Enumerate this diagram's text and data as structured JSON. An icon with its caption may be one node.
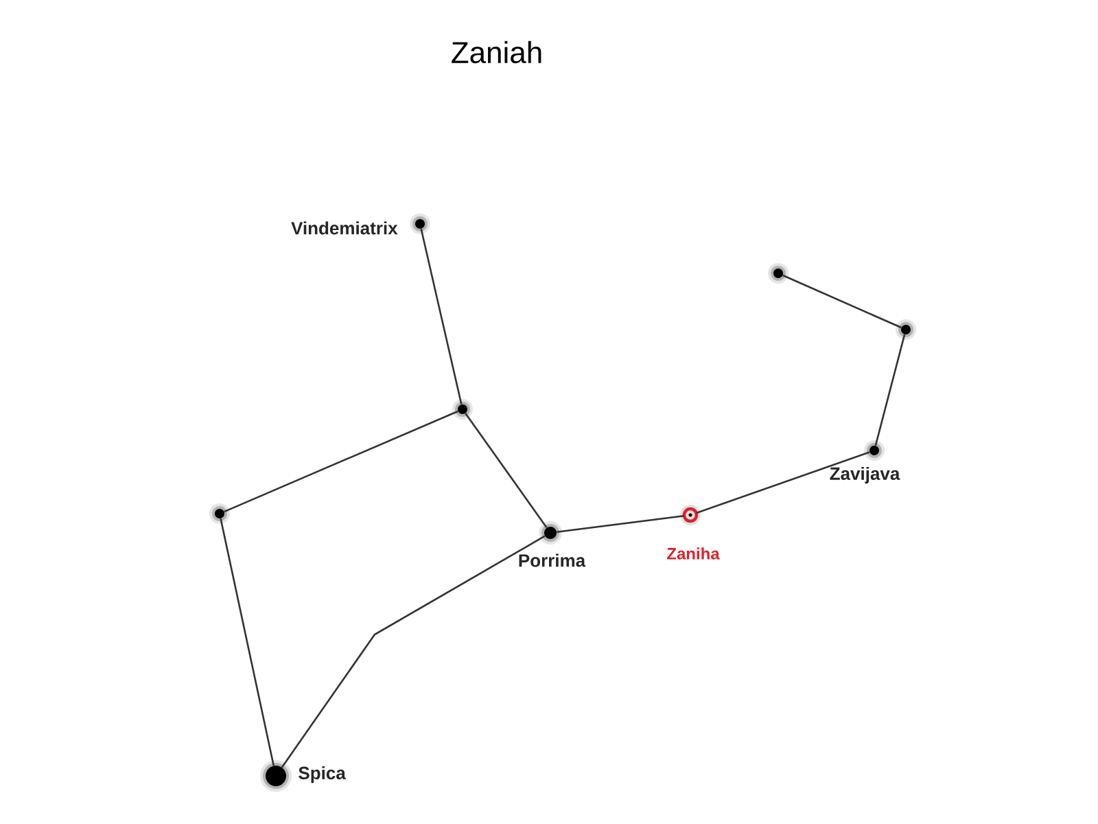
{
  "diagram": {
    "title": "Zaniah",
    "nodes": [
      {
        "text": [],
        "shape": "circle",
        "beside": [
          "Vindemiatrix"
        ]
      },
      {
        "text": [],
        "shape": "circle"
      },
      {
        "text": [],
        "shape": "circle"
      },
      {
        "text": [],
        "shape": "circle"
      },
      {
        "text": [],
        "shape": "circle",
        "beside": [
          "Zavijava"
        ]
      },
      {
        "text": [],
        "shape": "circle"
      },
      {
        "text": [],
        "shape": "circle",
        "beside": [
          "Zaniha"
        ]
      },
      {
        "text": [],
        "shape": "circle",
        "beside": [
          "Porrima"
        ]
      },
      {
        "text": [],
        "shape": "circle",
        "beside": [
          "Spica"
        ]
      }
    ],
    "edges": [
      {
        "from": 0,
        "to": 3,
        "arrow": "none"
      },
      {
        "from": 3,
        "to": 5,
        "arrow": "none"
      },
      {
        "from": 3,
        "to": 7,
        "arrow": "none"
      },
      {
        "from": 5,
        "to": 8,
        "arrow": "none"
      },
      {
        "from": 8,
        "to": 7,
        "arrow": "none"
      },
      {
        "from": 7,
        "to": 6,
        "arrow": "none"
      },
      {
        "from": 6,
        "to": 4,
        "arrow": "none"
      },
      {
        "from": 4,
        "to": 2,
        "arrow": "none"
      },
      {
        "from": 2,
        "to": 1,
        "arrow": "none"
      }
    ]
  }
}
